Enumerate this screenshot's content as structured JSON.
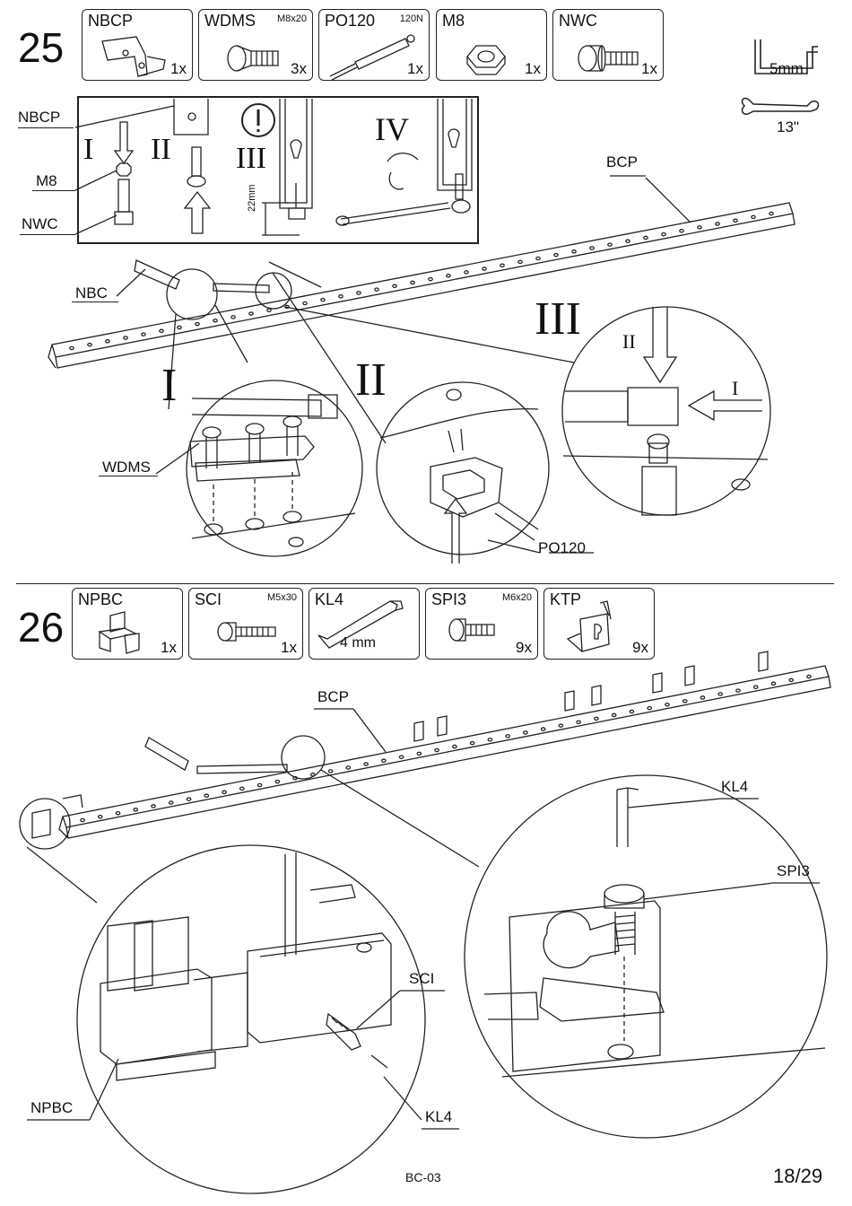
{
  "step25": {
    "number": "25",
    "parts": [
      {
        "code": "NBCP",
        "spec": "",
        "qty": "1x"
      },
      {
        "code": "WDMS",
        "spec": "M8x20",
        "qty": "3x"
      },
      {
        "code": "PO120",
        "spec": "120N",
        "qty": "1x"
      },
      {
        "code": "M8",
        "spec": "",
        "qty": "1x"
      },
      {
        "code": "NWC",
        "spec": "",
        "qty": "1x"
      }
    ],
    "tools": {
      "hex_key": "5mm",
      "wrench": "13\""
    },
    "detail_box": {
      "labels": {
        "nbcp": "NBCP",
        "m8": "M8",
        "nwc": "NWC"
      },
      "steps": {
        "i": "I",
        "ii": "II",
        "iii": "III",
        "iv": "IV"
      },
      "dimension": "22mm"
    },
    "callouts": {
      "bcp": "BCP",
      "nbc": "NBC",
      "wdms": "WDMS",
      "po120": "PO120"
    },
    "zoom_labels": {
      "i": "I",
      "ii": "II",
      "iii": "III",
      "iii_sub_ii": "II",
      "iii_sub_i": "I"
    }
  },
  "step26": {
    "number": "26",
    "parts": [
      {
        "code": "NPBC",
        "spec": "",
        "qty": "1x"
      },
      {
        "code": "SCI",
        "spec": "M5x30",
        "qty": "1x"
      },
      {
        "code": "KL4",
        "spec": "",
        "qty": "",
        "size": "4 mm"
      },
      {
        "code": "SPI3",
        "spec": "M6x20",
        "qty": "9x"
      },
      {
        "code": "KTP",
        "spec": "",
        "qty": "9x"
      }
    ],
    "callouts": {
      "bcp": "BCP",
      "kl4_top": "KL4",
      "spi3": "SPI3",
      "sci": "SCI",
      "npbc": "NPBC",
      "kl4_bottom": "KL4"
    }
  },
  "footer": {
    "code": "BC-03",
    "page": "18/29"
  }
}
